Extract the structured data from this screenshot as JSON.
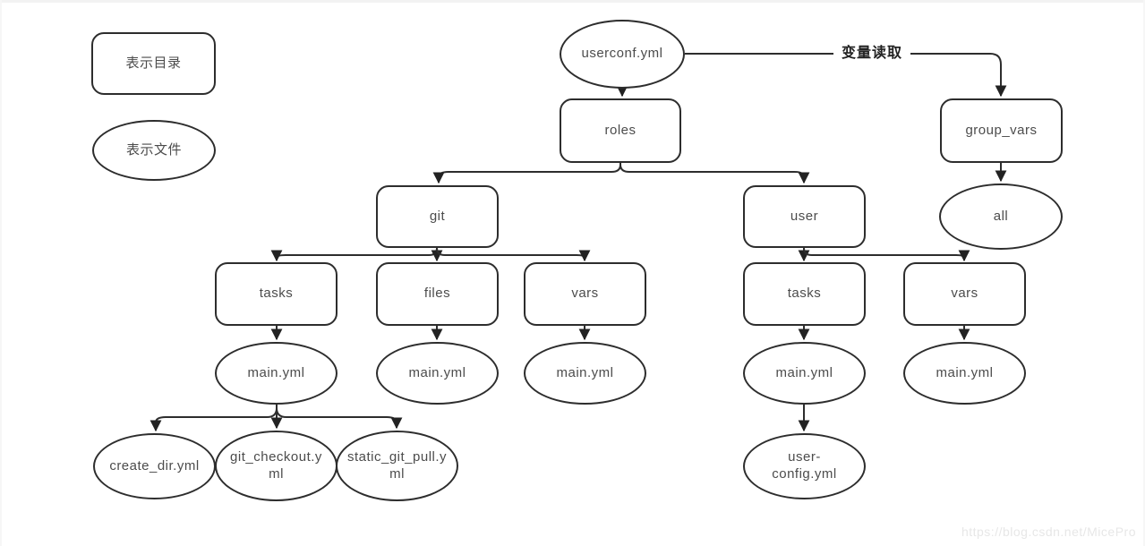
{
  "page": {
    "watermark": "https://blog.csdn.net/MicePro"
  },
  "legend": {
    "directory": "表示目录",
    "file": "表示文件"
  },
  "diagram": {
    "edge_label": "变量读取",
    "nodes": {
      "userconf": {
        "label": "userconf.yml",
        "shape": "file"
      },
      "roles": {
        "label": "roles",
        "shape": "directory"
      },
      "group_vars": {
        "label": "group_vars",
        "shape": "directory"
      },
      "all": {
        "label": "all",
        "shape": "file"
      },
      "git": {
        "label": "git",
        "shape": "directory"
      },
      "user": {
        "label": "user",
        "shape": "directory"
      },
      "git_tasks": {
        "label": "tasks",
        "shape": "directory"
      },
      "git_files": {
        "label": "files",
        "shape": "directory"
      },
      "git_vars": {
        "label": "vars",
        "shape": "directory"
      },
      "git_tasks_main": {
        "label": "main.yml",
        "shape": "file"
      },
      "git_files_main": {
        "label": "main.yml",
        "shape": "file"
      },
      "git_vars_main": {
        "label": "main.yml",
        "shape": "file"
      },
      "user_tasks": {
        "label": "tasks",
        "shape": "directory"
      },
      "user_vars": {
        "label": "vars",
        "shape": "directory"
      },
      "user_tasks_main": {
        "label": "main.yml",
        "shape": "file"
      },
      "user_vars_main": {
        "label": "main.yml",
        "shape": "file"
      },
      "create_dir": {
        "label": "create_dir.yml",
        "shape": "file"
      },
      "git_checkout": {
        "label": "git_checkout.yml",
        "shape": "file"
      },
      "static_git_pull": {
        "label": "static_git_pull.yml",
        "shape": "file"
      },
      "user_config": {
        "label": "user-config.yml",
        "shape": "file"
      }
    },
    "edges": [
      {
        "from": "userconf",
        "to": "roles"
      },
      {
        "from": "userconf",
        "to": "group_vars",
        "label": "变量读取"
      },
      {
        "from": "group_vars",
        "to": "all"
      },
      {
        "from": "roles",
        "to": "git"
      },
      {
        "from": "roles",
        "to": "user"
      },
      {
        "from": "git",
        "to": "git_tasks"
      },
      {
        "from": "git",
        "to": "git_files"
      },
      {
        "from": "git",
        "to": "git_vars"
      },
      {
        "from": "git_tasks",
        "to": "git_tasks_main"
      },
      {
        "from": "git_files",
        "to": "git_files_main"
      },
      {
        "from": "git_vars",
        "to": "git_vars_main"
      },
      {
        "from": "git_tasks_main",
        "to": "create_dir"
      },
      {
        "from": "git_tasks_main",
        "to": "git_checkout"
      },
      {
        "from": "git_tasks_main",
        "to": "static_git_pull"
      },
      {
        "from": "user",
        "to": "user_tasks"
      },
      {
        "from": "user",
        "to": "user_vars"
      },
      {
        "from": "user_tasks",
        "to": "user_tasks_main"
      },
      {
        "from": "user_vars",
        "to": "user_vars_main"
      },
      {
        "from": "user_tasks_main",
        "to": "user_config"
      }
    ],
    "colors": {
      "stroke": "#2d2d2d",
      "node_fill": "#ffffff",
      "text": "#4c4c4c",
      "watermark": "#e7e7e7"
    }
  }
}
